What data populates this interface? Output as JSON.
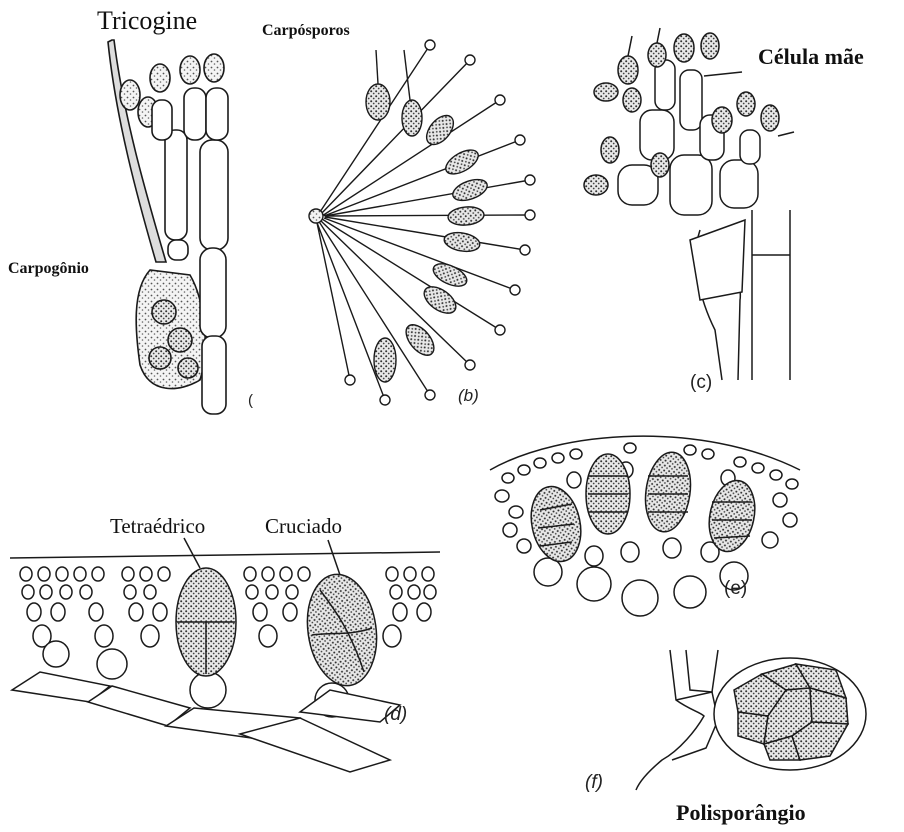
{
  "labels": {
    "tricogine": "Tricogine",
    "carposporos": "Carpósporos",
    "celula_mae": "Célula mãe",
    "carpogonio": "Carpogônio",
    "tetraedrico": "Tetraédrico",
    "cruciado": "Cruciado",
    "polisporangio": "Polisporângio"
  },
  "panels": {
    "a": "(",
    "b": "(b)",
    "c": "(c)",
    "d": "(d)",
    "e": "(e)",
    "f": "(f)"
  },
  "colors": {
    "ink": "#1a1a1a",
    "stipple": "#555555",
    "background": "#ffffff"
  }
}
